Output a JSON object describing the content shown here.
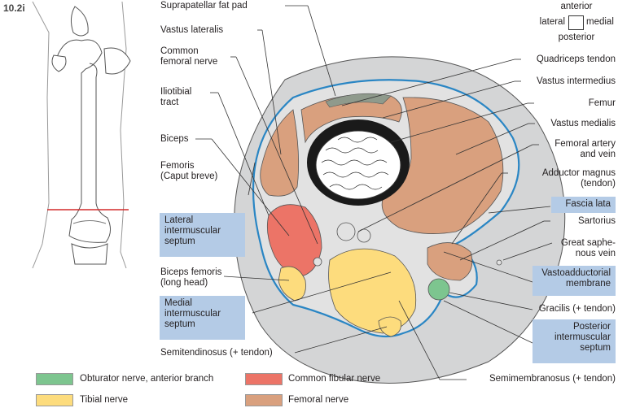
{
  "figure_number": "10.2i",
  "orientation": {
    "anterior": "anterior",
    "lateral": "lateral",
    "medial": "medial",
    "posterior": "posterior"
  },
  "labels": {
    "suprapatellar_fat_pad": "Suprapatellar fat pad",
    "vastus_lateralis": "Vastus lateralis",
    "common_femoral_nerve": "Common\nfemoral nerve",
    "iliotibial_tract": "Iliotibial\ntract",
    "biceps": "Biceps",
    "biceps_femoris_short": "Femoris\n(Caput breve)",
    "lateral_intermuscular_septum": "Lateral\nintermuscular\nseptum",
    "biceps_femoris_long": "Biceps femoris\n(long head)",
    "medial_intermuscular_septum": "Medial\nintermuscular\nseptum",
    "semitendinosus": "Semitendinosus (+ tendon)",
    "quadriceps_tendon": "Quadriceps tendon",
    "vastus_intermedius": "Vastus intermedius",
    "femur": "Femur",
    "vastus_medialis": "Vastus medialis",
    "femoral_artery_vein": "Femoral artery\nand vein",
    "adductor_magnus": "Adductor magnus\n(tendon)",
    "fascia_lata": "Fascia lata",
    "sartorius": "Sartorius",
    "great_saphenous_vein": "Great saphe-\nnous vein",
    "vastoadductorial_membrane": "Vastoadductorial\nmembrane",
    "gracilis": "Gracilis (+ tendon)",
    "posterior_intermuscular_septum": "Posterior\nintermuscular\nseptum",
    "semimembranosus": "Semimembranosus (+ tendon)"
  },
  "legend": [
    {
      "label": "Obturator nerve, anterior branch",
      "color": "#7dc58f"
    },
    {
      "label": "Common fibular nerve",
      "color": "#ec7467"
    },
    {
      "label": "Tibial nerve",
      "color": "#fddc7d"
    },
    {
      "label": "Femoral nerve",
      "color": "#d9a07e"
    }
  ],
  "colors": {
    "fascia": "#2a86c4",
    "cross_section": "#d4d5d6",
    "muscle_quadriceps": "#d9a07e",
    "tibial": "#fddc7d",
    "fibular": "#ec7467",
    "obturator": "#7dc58f",
    "box_bg": "#b4cbe6"
  }
}
